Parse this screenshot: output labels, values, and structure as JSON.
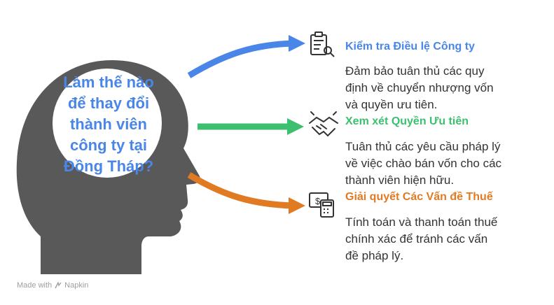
{
  "question_lines": [
    "Làm thế nào",
    "để thay đổi",
    "thành viên",
    "công ty tại",
    "Đồng Tháp?"
  ],
  "items": [
    {
      "title": "Kiểm tra Điều lệ Công ty",
      "color": "#4a86e8",
      "icon": "clipboard-search-icon",
      "desc_lines": [
        "Đảm bảo tuân thủ các quy",
        "định về chuyển nhượng vốn",
        "và quyền ưu tiên."
      ]
    },
    {
      "title": "Xem xét Quyền Ưu tiên",
      "color": "#3cbf6e",
      "icon": "handshake-icon",
      "desc_lines": [
        "Tuân thủ các yêu cầu pháp lý",
        "về việc chào bán vốn cho các",
        "thành viên hiện hữu."
      ]
    },
    {
      "title": "Giải quyết Các Vấn đề Thuế",
      "color": "#e07b24",
      "icon": "money-calculator-icon",
      "desc_lines": [
        "Tính toán và thanh toán thuế",
        "chính xác để tránh các vấn",
        "đề pháp lý."
      ]
    }
  ],
  "head_color": "#595959",
  "footer": {
    "prefix": "Made with",
    "brand": "Napkin"
  }
}
